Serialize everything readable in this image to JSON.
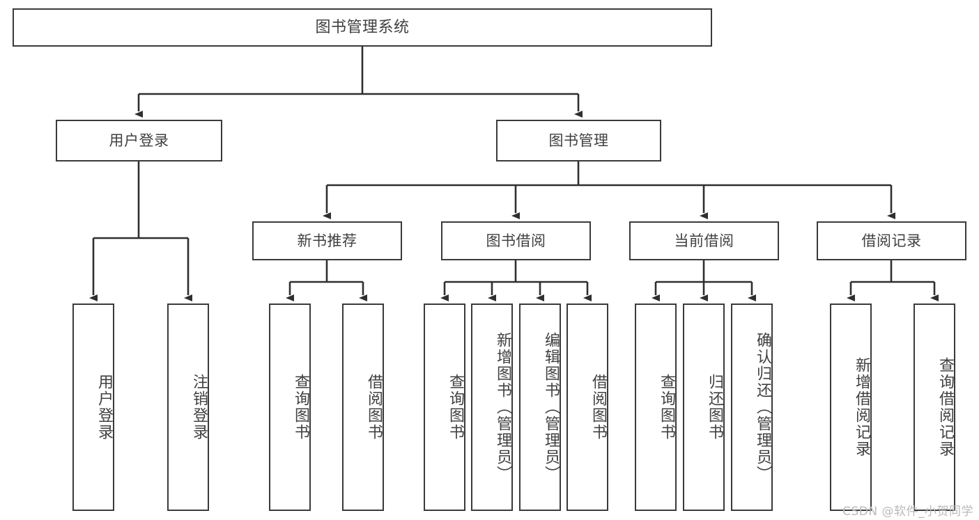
{
  "diagram": {
    "title": "图书管理系统",
    "type": "hierarchy-tree",
    "colors": {
      "box_border": "#3a3a3a",
      "box_fill": "#ffffff",
      "text": "#404040",
      "connector": "#2f2f2f",
      "watermark": "#b9b9b9"
    },
    "levels": {
      "root": {
        "label": "图书管理系统"
      },
      "level2": [
        {
          "label": "用户登录"
        },
        {
          "label": "图书管理"
        }
      ],
      "level3": [
        {
          "label": "新书推荐"
        },
        {
          "label": "图书借阅"
        },
        {
          "label": "当前借阅"
        },
        {
          "label": "借阅记录"
        }
      ],
      "leaves": {
        "user_login": [
          {
            "label": "用户登录"
          },
          {
            "label": "注销登录"
          }
        ],
        "new_book_recommend": [
          {
            "label": "查询图书"
          },
          {
            "label": "借阅图书"
          }
        ],
        "book_borrow": [
          {
            "label": "查询图书"
          },
          {
            "label": "新增图书（管理员）"
          },
          {
            "label": "编辑图书（管理员）"
          },
          {
            "label": "借阅图书"
          }
        ],
        "current_borrow": [
          {
            "label": "查询图书"
          },
          {
            "label": "归还图书"
          },
          {
            "label": "确认归还（管理员）"
          }
        ],
        "borrow_record": [
          {
            "label": "新增借阅记录"
          },
          {
            "label": "查询借阅记录"
          }
        ]
      }
    }
  },
  "watermark": {
    "text": "CSDN @软件_小贺同学"
  }
}
